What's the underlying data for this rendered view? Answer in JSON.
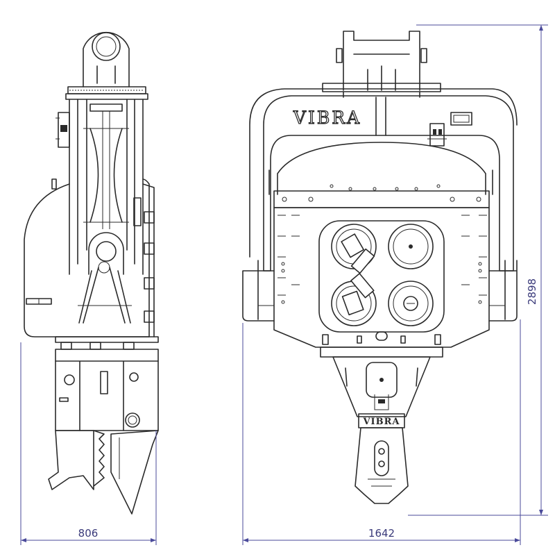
{
  "drawing": {
    "side_view_width_label": "806",
    "front_view_width_label": "1642",
    "height_label": "2898",
    "brand_main": "VIBRA",
    "brand_clamp": "VIBRA"
  },
  "colors": {
    "line": "#2a2a2a",
    "dimension": "#4a4a9a",
    "background": "#ffffff"
  }
}
